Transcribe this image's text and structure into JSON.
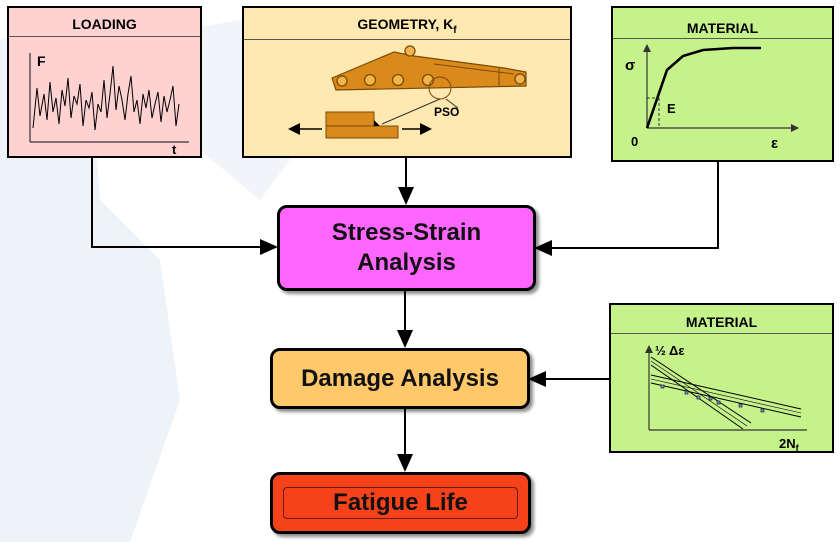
{
  "colors": {
    "loading_bg": "#ffd2d2",
    "geometry_bg": "#ffe9b0",
    "material_bg": "#c6f28c",
    "stress_strain_bg": "#ff66ff",
    "damage_bg": "#ffc86a",
    "fatigue_bg": "#f5421b",
    "excavator": "#d98a1a"
  },
  "loading": {
    "title": "LOADING",
    "y_label": "F",
    "x_label": "t"
  },
  "geometry": {
    "title": "GEOMETRY, K",
    "title_sub": "f",
    "callout": "PSO"
  },
  "material_top": {
    "title": "MATERIAL",
    "y_label": "σ",
    "origin_label": "0",
    "x_label": "ε",
    "modulus_label": "E"
  },
  "material_bottom": {
    "title": "MATERIAL",
    "y_label": "½ Δε",
    "x_label": "2N",
    "x_label_sub": "f"
  },
  "stress_strain": {
    "line1": "Stress-Strain",
    "line2": "Analysis"
  },
  "damage": {
    "label": "Damage Analysis"
  },
  "fatigue": {
    "label": "Fatigue Life"
  }
}
